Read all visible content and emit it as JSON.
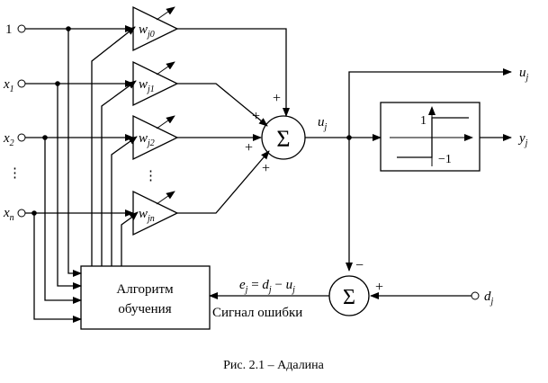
{
  "inputs": [
    {
      "label": "1",
      "sub": ""
    },
    {
      "label": "x",
      "sub": "1"
    },
    {
      "label": "x",
      "sub": "2"
    },
    {
      "label": "⋮",
      "sub": ""
    },
    {
      "label": "x",
      "sub": "n"
    }
  ],
  "weights": [
    {
      "label": "w",
      "sub": "j0"
    },
    {
      "label": "w",
      "sub": "j1"
    },
    {
      "label": "w",
      "sub": "j2"
    },
    {
      "label": "w",
      "sub": "jn"
    }
  ],
  "weights_ellipsis": "⋮",
  "summator": {
    "symbol": "Σ",
    "signs": [
      "+",
      "+",
      "+",
      "+"
    ]
  },
  "output_u": {
    "label": "u",
    "sub": "j"
  },
  "output_y": {
    "label": "y",
    "sub": "j"
  },
  "output_u_top": {
    "label": "u",
    "sub": "j"
  },
  "activation": {
    "level_high": "1",
    "level_low": "−1"
  },
  "error_summator": {
    "symbol": "Σ",
    "minus": "−",
    "plus": "+"
  },
  "target": {
    "label": "d",
    "sub": "j"
  },
  "learning_block": {
    "line1": "Алгоритм",
    "line2": "обучения"
  },
  "error_formula": {
    "e": "e",
    "e_sub": "j",
    "eq": " = ",
    "d": "d",
    "d_sub": "j",
    "minus": " − ",
    "u": "u",
    "u_sub": "j"
  },
  "error_signal_label": "Сигнал ошибки",
  "caption": "Рис. 2.1 – Адалина"
}
